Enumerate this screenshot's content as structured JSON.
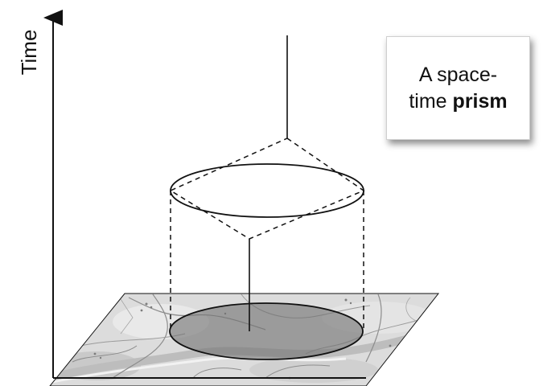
{
  "axis": {
    "label": "Time"
  },
  "callout": {
    "line1": "A space-",
    "line2_prefix": "time ",
    "line2_bold": "prism"
  },
  "colors": {
    "line": "#111111",
    "map_base": "#d9d9d9",
    "map_road": "#9a9a9a",
    "disc_fill": "#6f6f6f"
  }
}
